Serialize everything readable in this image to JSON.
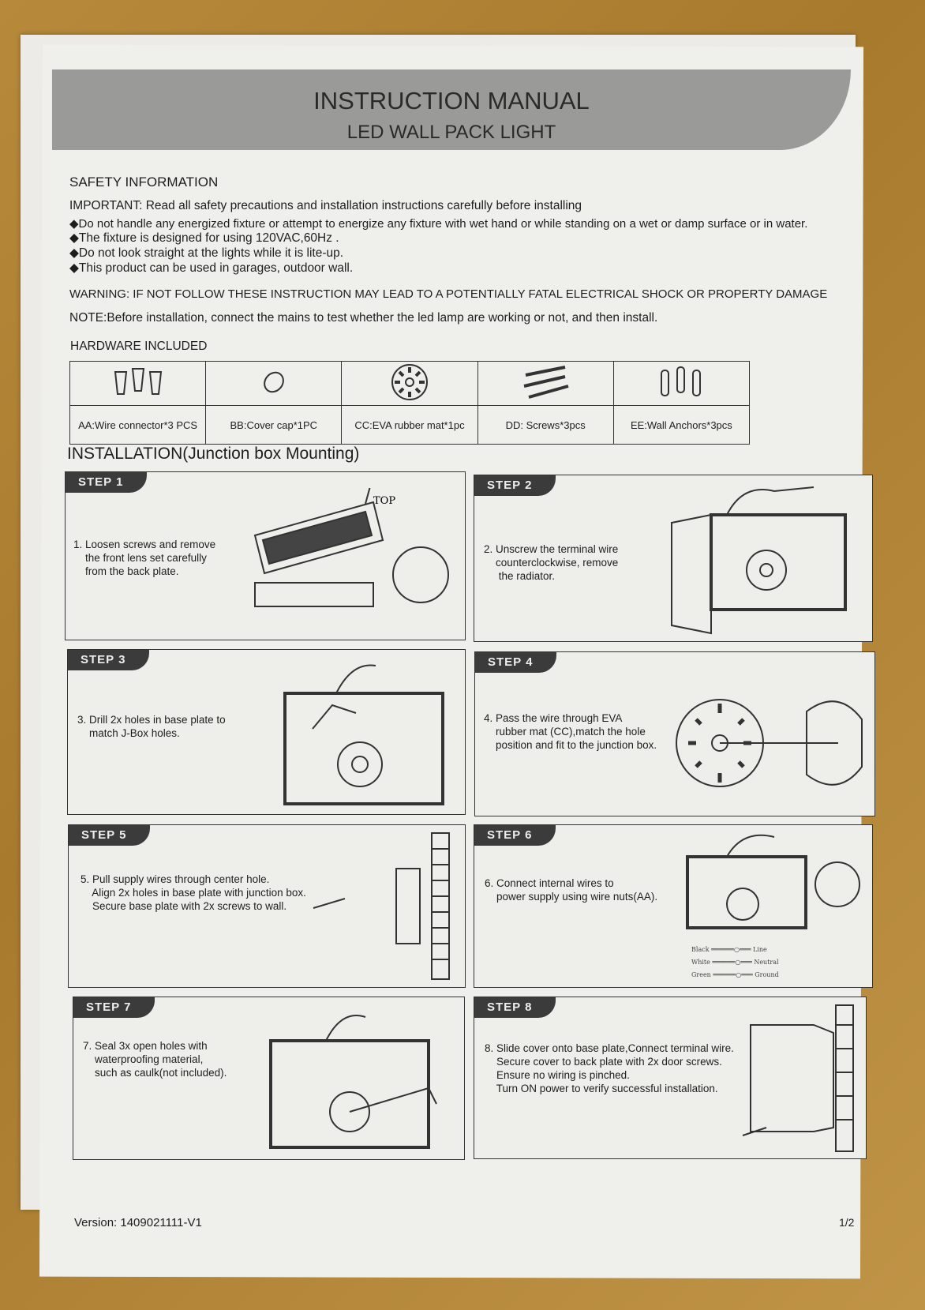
{
  "header": {
    "title": "INSTRUCTION MANUAL",
    "subtitle": "LED WALL PACK LIGHT"
  },
  "safety": {
    "heading": "SAFETY INFORMATION",
    "important": "IMPORTANT: Read all safety precautions and installation instructions carefully before installing",
    "bullets": [
      "◆Do not handle any energized fixture or attempt to energize any fixture with wet hand or while standing on a wet or damp surface or in water.",
      "◆The fixture is designed for using 120VAC,60Hz .",
      "◆Do not look straight at the lights while it is lite-up.",
      "◆This product can be used in garages, outdoor wall."
    ],
    "warning": "WARNING: IF NOT FOLLOW THESE INSTRUCTION MAY LEAD TO A POTENTIALLY FATAL ELECTRICAL SHOCK OR PROPERTY DAMAGE",
    "note": "NOTE:Before installation, connect the mains to test whether the led lamp are working or not, and then install."
  },
  "hardware": {
    "heading": "HARDWARE INCLUDED",
    "items": [
      "AA:Wire connector*3 PCS",
      "BB:Cover cap*1PC",
      "CC:EVA rubber mat*1pc",
      "DD:  Screws*3pcs",
      "EE:Wall Anchors*3pcs"
    ]
  },
  "installation": {
    "heading": "INSTALLATION(Junction box Mounting)",
    "steps": [
      {
        "label": "STEP 1",
        "text": "1. Loosen screws and remove\n    the front lens set carefully\n    from the back plate.",
        "annotation": "TOP"
      },
      {
        "label": "STEP 2",
        "text": "2. Unscrew the terminal wire\n    counterclockwise, remove\n     the radiator."
      },
      {
        "label": "STEP 3",
        "text": "3. Drill 2x holes in base plate to\n    match J-Box holes."
      },
      {
        "label": "STEP 4",
        "text": "4. Pass the wire through EVA\n    rubber mat (CC),match the hole\n    position and fit to the junction box."
      },
      {
        "label": "STEP 5",
        "text": "5. Pull supply wires through center hole.\n    Align 2x holes in base plate with junction box.\n    Secure base plate with 2x screws to wall."
      },
      {
        "label": "STEP 6",
        "text": "6. Connect internal wires to\n    power supply using wire nuts(AA).",
        "wires": [
          [
            "Black",
            "Line"
          ],
          [
            "White",
            "Neutral"
          ],
          [
            "Green",
            "Ground"
          ]
        ]
      },
      {
        "label": "STEP 7",
        "text": "7. Seal 3x open holes with\n    waterproofing material,\n    such as caulk(not included)."
      },
      {
        "label": "STEP 8",
        "text": "8. Slide cover onto base plate,Connect terminal wire.\n    Secure cover to back plate with 2x door screws.\n    Ensure no wiring is pinched.\n    Turn ON power to verify successful installation."
      }
    ]
  },
  "footer": {
    "version": "Version: 1409021111-V1",
    "page": "1/2"
  }
}
